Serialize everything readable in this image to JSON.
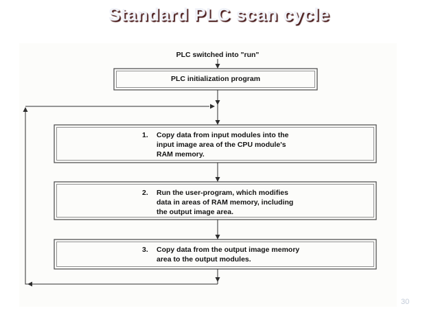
{
  "slide": {
    "title": "Standard PLC scan cycle",
    "page_number": "30"
  },
  "diagram": {
    "start_label": "PLC switched into \"run\"",
    "init_box_label": "PLC initialization program",
    "steps": [
      {
        "number": "1.",
        "lines": [
          "Copy data from input modules into the",
          "input image area of the CPU module's",
          "RAM memory."
        ]
      },
      {
        "number": "2.",
        "lines": [
          "Run the user-program, which modifies",
          "data in areas of RAM memory, including",
          "the output image area."
        ]
      },
      {
        "number": "3.",
        "lines": [
          "Copy data from the output image memory",
          "area to the output modules."
        ]
      }
    ]
  },
  "colors": {
    "background_top": "#0d6bcd",
    "background_bottom": "#0e2a52",
    "panel": "#fcfcfa",
    "line": "#2e2e2e",
    "title_text": "#f0f2f8",
    "title_shadow": "#4a1c1c",
    "page_number": "#c2cbd8"
  }
}
